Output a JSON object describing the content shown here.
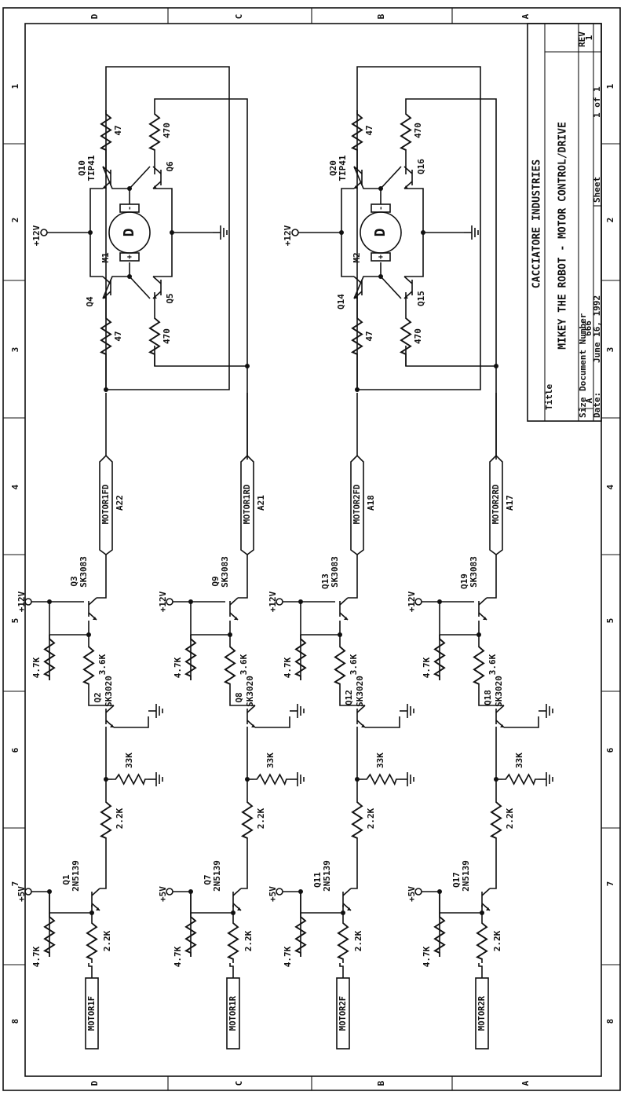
{
  "title_block": {
    "company": "CACCIATORE INDUSTRIES",
    "title_label": "Title",
    "title": "MIKEY THE ROBOT - MOTOR CONTROL/DRIVE",
    "size_label": "Size",
    "size": "A",
    "docnum_label": "Document Number",
    "docnum": "666",
    "rev_label": "REV",
    "rev": "1",
    "date_label": "Date:",
    "date": "June 16, 1992",
    "sheet_label": "Sheet",
    "sheet": "1 of 1"
  },
  "border": {
    "row_letters": [
      "D",
      "C",
      "B",
      "A"
    ],
    "col_numbers": [
      "1",
      "2",
      "3",
      "4",
      "5",
      "6",
      "7",
      "8"
    ]
  },
  "driver_stages": [
    {
      "input": "MOTOR1F",
      "r_in": "2.2K",
      "r_pull_in": "4.7K",
      "v_in": "+5V",
      "q_in": "Q1",
      "q_in_type": "2N5139",
      "r_mid": "2.2K",
      "r_gnd": "33K",
      "q_mid": "Q2",
      "q_mid_type": "SK3020",
      "r_mid2": "3.6K",
      "r_pull_out": "4.7K",
      "v_out": "+12V",
      "q_out": "Q3",
      "q_out_type": "SK3083",
      "net": "MOTOR1FD",
      "net_pin": "A22"
    },
    {
      "input": "MOTOR1R",
      "r_in": "2.2K",
      "r_pull_in": "4.7K",
      "v_in": "+5V",
      "q_in": "Q7",
      "q_in_type": "2N5139",
      "r_mid": "2.2K",
      "r_gnd": "33K",
      "q_mid": "Q8",
      "q_mid_type": "SK3020",
      "r_mid2": "3.6K",
      "r_pull_out": "4.7K",
      "v_out": "+12V",
      "q_out": "Q9",
      "q_out_type": "SK3083",
      "net": "MOTOR1RD",
      "net_pin": "A21"
    },
    {
      "input": "MOTOR2F",
      "r_in": "2.2K",
      "r_pull_in": "4.7K",
      "v_in": "+5V",
      "q_in": "Q11",
      "q_in_type": "2N5139",
      "r_mid": "2.2K",
      "r_gnd": "33K",
      "q_mid": "Q12",
      "q_mid_type": "SK3020",
      "r_mid2": "3.6K",
      "r_pull_out": "4.7K",
      "v_out": "+12V",
      "q_out": "Q13",
      "q_out_type": "SK3083",
      "net": "MOTOR2FD",
      "net_pin": "A18"
    },
    {
      "input": "MOTOR2R",
      "r_in": "2.2K",
      "r_pull_in": "4.7K",
      "v_in": "+5V",
      "q_in": "Q17",
      "q_in_type": "2N5139",
      "r_mid": "2.2K",
      "r_gnd": "33K",
      "q_mid": "Q18",
      "q_mid_type": "SK3020",
      "r_mid2": "3.6K",
      "r_pull_out": "4.7K",
      "v_out": "+12V",
      "q_out": "Q19",
      "q_out_type": "SK3083",
      "net": "MOTOR2RD",
      "net_pin": "A17"
    }
  ],
  "h_bridges": [
    {
      "supply": "+12V",
      "motor": "M1",
      "motor_glyph": "D",
      "q_top_left": "Q10",
      "q_top_left_type": "TIP41",
      "q_bot_left": "Q6",
      "q_top_right": "Q4",
      "q_bot_right": "Q5",
      "r_top_left": "47",
      "r_bot_left": "470",
      "r_top_right": "47",
      "r_bot_right": "470",
      "plus": "+",
      "minus": "-"
    },
    {
      "supply": "+12V",
      "motor": "M2",
      "motor_glyph": "D",
      "q_top_left": "Q20",
      "q_top_left_type": "TIP41",
      "q_bot_left": "Q16",
      "q_top_right": "Q14",
      "q_bot_right": "Q15",
      "r_top_left": "47",
      "r_bot_left": "470",
      "r_top_right": "47",
      "r_bot_right": "470",
      "plus": "+",
      "minus": "-"
    }
  ]
}
